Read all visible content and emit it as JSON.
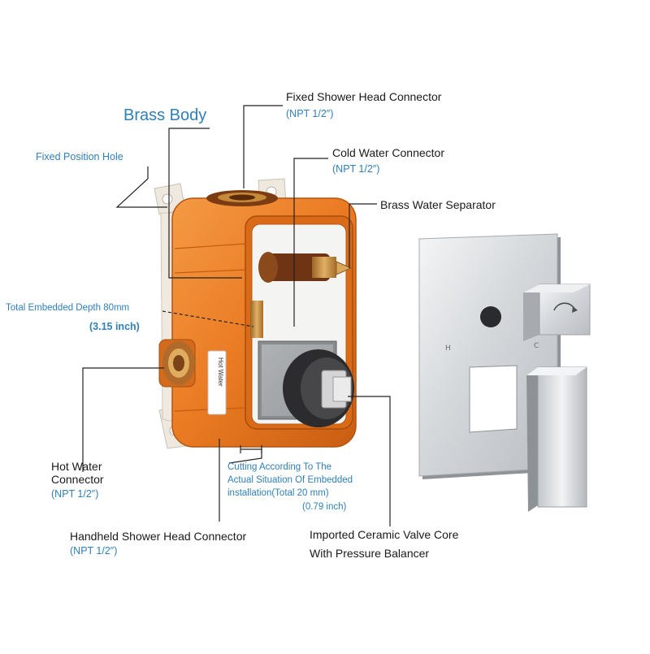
{
  "labels": {
    "fixed_shower_head": {
      "title": "Fixed Shower Head Connector",
      "spec": "(NPT 1/2″)"
    },
    "brass_body": "Brass Body",
    "fixed_position_hole": "Fixed Position Hole",
    "cold_water": {
      "title": "Cold Water Connector",
      "spec": "(NPT 1/2″)"
    },
    "brass_water_separator": "Brass Water Separator",
    "embedded_depth": {
      "title": "Total Embedded Depth 80mm",
      "inch": "(3.15 inch)"
    },
    "hot_water": {
      "line1": "Hot Water",
      "line2": "Connector",
      "spec": "(NPT 1/2″)"
    },
    "cutting": {
      "line1": "Cutting According To The",
      "line2": "Actual Situation Of Embedded",
      "line3": "installation(Total 20 mm)",
      "line4": "(0.79 inch)"
    },
    "handheld_shower_head": {
      "title": "Handheld Shower Head Connector",
      "spec": "(NPT 1/2″)"
    },
    "valve_core": {
      "line1": "Imported Ceramic Valve Core",
      "line2": "With Pressure Balancer"
    }
  },
  "valve_body_sticker": "Hot Water",
  "trim_plate_marks": {
    "hot": "H",
    "cold": "C"
  },
  "colors": {
    "accent_blue": "#2f7fb8",
    "body_orange": "#ea7a22",
    "brass": "#c48a3a",
    "chrome": "#d9dcdf"
  }
}
